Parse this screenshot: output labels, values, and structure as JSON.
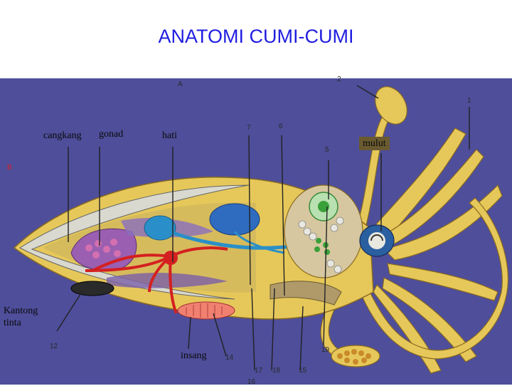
{
  "slide": {
    "title": "ANATOMI CUMI-CUMI"
  },
  "labels": {
    "shell": "cangkang",
    "gonad": "gonad",
    "liver": "hati",
    "mouth": "mulut",
    "ink_sac": "Kantong\ntinta",
    "gills": "insang"
  },
  "markers": {
    "A": "A",
    "B": "B",
    "n1": "1",
    "n2": "2",
    "n5": "5",
    "n6": "6",
    "n7": "7",
    "n12": "12",
    "n14": "14",
    "n15": "15",
    "n16": "16",
    "n17": "17",
    "n18": "18",
    "n19": "19"
  },
  "colors": {
    "title": "#1f1ee0",
    "background_panel": "#4e4e9a",
    "body": "#e6c85a",
    "blood_vessels": "#d42020",
    "digestive": "#2a8fc8",
    "liver": "#2f6cc0",
    "gonad": "#9a5fb0"
  }
}
